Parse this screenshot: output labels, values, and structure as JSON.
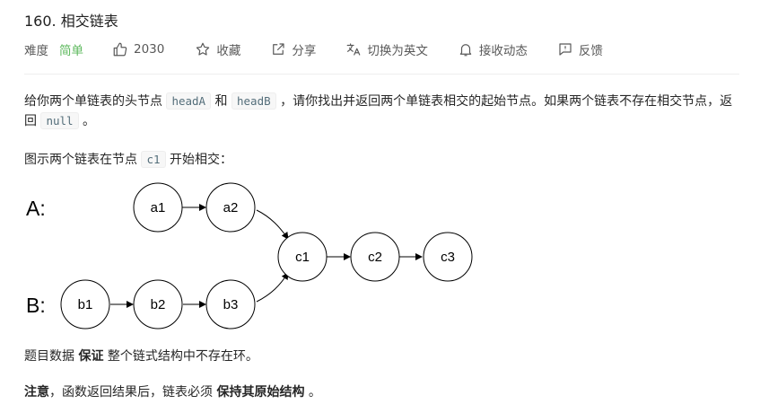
{
  "problem": {
    "title": "160. 相交链表"
  },
  "meta": {
    "difficulty_label": "难度",
    "difficulty_value": "简单",
    "likes": "2030",
    "favorite_label": "收藏",
    "share_label": "分享",
    "translate_label": "切换为英文",
    "notify_label": "接收动态",
    "feedback_label": "反馈",
    "colors": {
      "easy": "#5cb85c"
    },
    "icons": [
      "thumbs-up-icon",
      "star-icon",
      "share-icon",
      "translate-icon",
      "bell-icon",
      "feedback-icon"
    ]
  },
  "description": {
    "p1_a": "给你两个单链表的头节点 ",
    "code_headA": "headA",
    "p1_b": " 和 ",
    "code_headB": "headB",
    "p1_c": " ，请你找出并返回两个单链表相交的起始节点。如果两个链表不存在相交节点，返回 ",
    "code_null": "null",
    "p1_d": " 。",
    "p2_a": "图示两个链表在节点 ",
    "code_c1": "c1",
    "p2_b": " 开始相交：",
    "p3_a": "题目数据 ",
    "p3_bold": "保证",
    "p3_b": " 整个链式结构中不存在环。",
    "p4_bold1": "注意",
    "p4_a": "，函数返回结果后，链表必须 ",
    "p4_bold2": "保持其原始结构",
    "p4_b": " 。"
  },
  "diagram": {
    "list_a_label": "A:",
    "list_b_label": "B:",
    "list_a_nodes": [
      "a1",
      "a2"
    ],
    "list_b_nodes": [
      "b1",
      "b2",
      "b3"
    ],
    "shared_nodes": [
      "c1",
      "c2",
      "c3"
    ]
  }
}
